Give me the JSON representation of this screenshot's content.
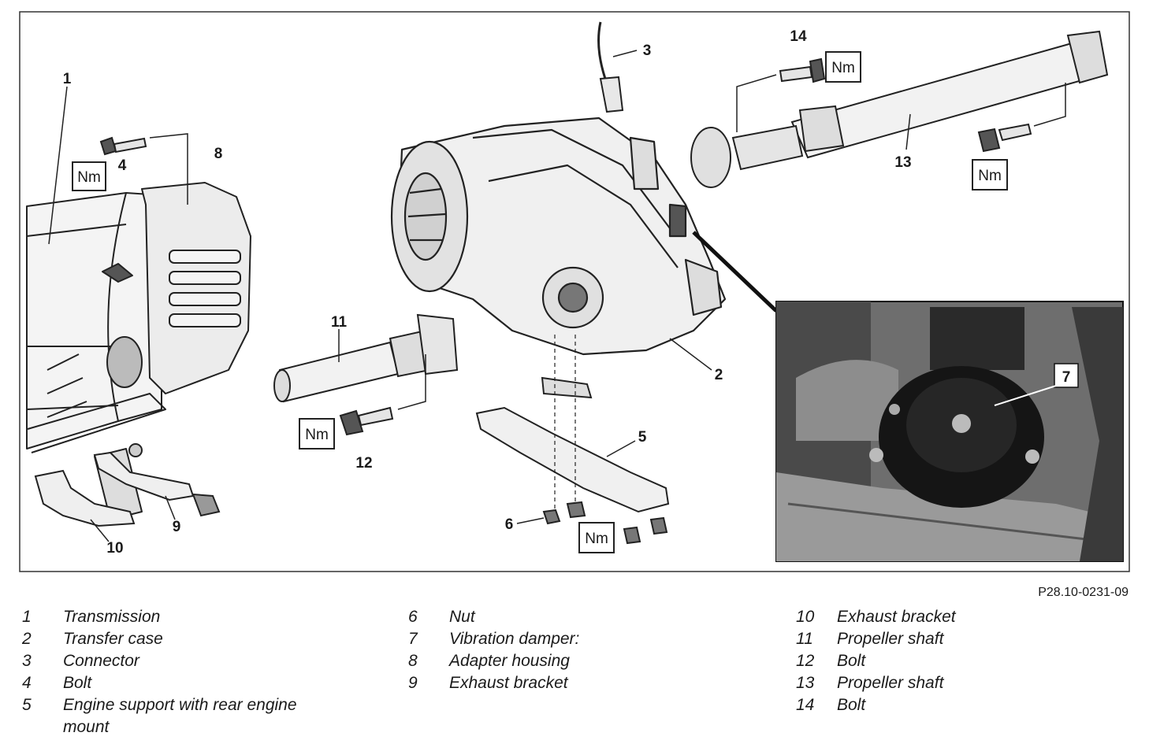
{
  "diagram": {
    "torque_label": "Nm",
    "figure_code": "P28.10-0231-09",
    "callouts": {
      "c1": "1",
      "c2": "2",
      "c3": "3",
      "c4": "4",
      "c5": "5",
      "c6": "6",
      "c7": "7",
      "c8": "8",
      "c9": "9",
      "c10": "10",
      "c11": "11",
      "c12": "12",
      "c13": "13",
      "c14": "14"
    }
  },
  "legend": {
    "col1": [
      {
        "num": "1",
        "label": "Transmission"
      },
      {
        "num": "2",
        "label": "Transfer case"
      },
      {
        "num": "3",
        "label": "Connector"
      },
      {
        "num": "4",
        "label": "Bolt"
      },
      {
        "num": "5",
        "label": "Engine support with rear engine mount"
      }
    ],
    "col2": [
      {
        "num": "6",
        "label": "Nut"
      },
      {
        "num": "7",
        "label": "Vibration damper:"
      },
      {
        "num": "8",
        "label": "Adapter housing"
      },
      {
        "num": "9",
        "label": "Exhaust bracket"
      }
    ],
    "col3": [
      {
        "num": "10",
        "label": "Exhaust bracket"
      },
      {
        "num": "11",
        "label": "Propeller shaft"
      },
      {
        "num": "12",
        "label": "Bolt"
      },
      {
        "num": "13",
        "label": "Propeller shaft"
      },
      {
        "num": "14",
        "label": "Bolt"
      }
    ]
  }
}
